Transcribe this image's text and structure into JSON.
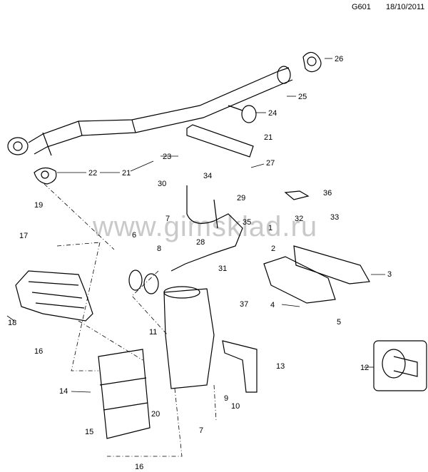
{
  "header": {
    "code": "G601",
    "date": "18/10/2011"
  },
  "watermark": "www.gimsklad.ru",
  "callouts": [
    "26",
    "25",
    "24",
    "21",
    "23",
    "27",
    "22",
    "21",
    "34",
    "30",
    "29",
    "35",
    "36",
    "32",
    "33",
    "19",
    "17",
    "6",
    "8",
    "7",
    "28",
    "31",
    "2",
    "1",
    "3",
    "37",
    "4",
    "5",
    "18",
    "16",
    "11",
    "13",
    "12",
    "14",
    "9",
    "10",
    "20",
    "15",
    "7",
    "16"
  ]
}
